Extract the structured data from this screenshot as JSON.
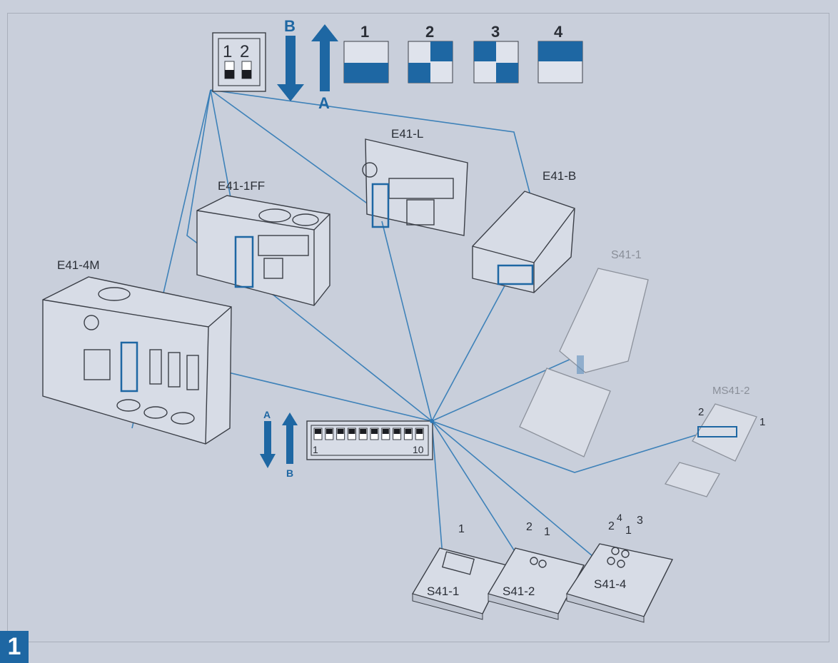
{
  "figure_number": "1",
  "dip2": {
    "label_1": "1",
    "label_2": "2"
  },
  "arrows_top": {
    "down_label": "B",
    "up_label": "A"
  },
  "modes": [
    "1",
    "2",
    "3",
    "4"
  ],
  "devices": {
    "e41_l": "E41-L",
    "e41_b": "E41-B",
    "e41_1ff": "E41-1FF",
    "e41_4m": "E41-4M",
    "s41_1_top": "S41-1",
    "ms41_2": "MS41-2",
    "ms41_2_btn_2": "2",
    "ms41_2_btn_1": "1"
  },
  "dip10": {
    "label_first": "1",
    "label_last": "10",
    "arrow_down_label": "A",
    "arrow_up_label": "B"
  },
  "remotes": [
    {
      "name": "S41-1",
      "buttons": "1"
    },
    {
      "name": "S41-2",
      "buttons_a": "2",
      "buttons_b": "1"
    },
    {
      "name": "S41-4",
      "buttons_a": "2",
      "buttons_b": "4",
      "buttons_c": "1",
      "buttons_d": "3"
    }
  ],
  "colors": {
    "accent": "#1e67a3",
    "wire": "#2f79b5",
    "paper": "#c9cfdb"
  }
}
